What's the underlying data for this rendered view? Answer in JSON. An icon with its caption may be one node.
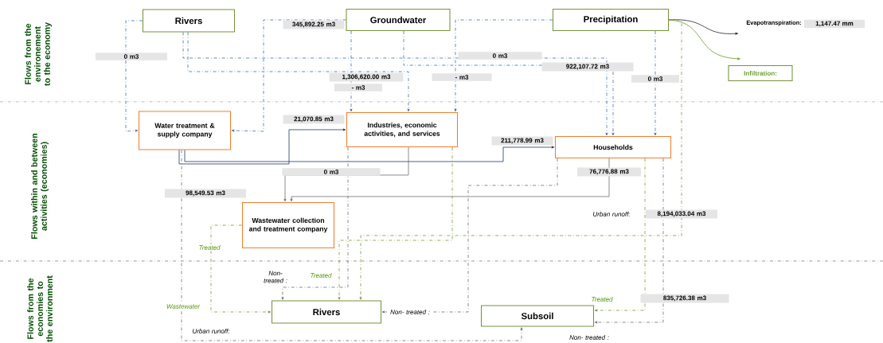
{
  "diagram": {
    "nodes": [
      {
        "text": [
          "Rivers"
        ]
      },
      {
        "text": [
          "Groundwater"
        ]
      },
      {
        "text": [
          "Precipitation"
        ]
      },
      {
        "text": [
          "Water treatment & supply company"
        ]
      },
      {
        "text": [
          "Industries, economic activities, and services"
        ]
      },
      {
        "text": [
          "Households"
        ]
      },
      {
        "text": [
          "Wastewater collection and treatment company"
        ]
      },
      {
        "text": [
          "Rivers"
        ]
      },
      {
        "text": [
          "Subsoil"
        ]
      },
      {
        "text": [
          "Infiltration:"
        ]
      },
      {
        "text": [
          "Evapotranspiration:"
        ],
        "beside": [
          "1,147.47 mm"
        ]
      }
    ],
    "edges": [
      {
        "from": 0,
        "to": 3,
        "arrow": "to",
        "label": "0 m3",
        "style": "dashed",
        "color": "#3f6fb5"
      },
      {
        "from": 1,
        "to": 3,
        "arrow": "to",
        "label": "345,892.25 m3",
        "style": "dashed",
        "color": "#3f6fb5"
      },
      {
        "from": 0,
        "to": 4,
        "arrow": "to",
        "label": "1,306,620.00 m3",
        "style": "dashed",
        "color": "#3f6fb5"
      },
      {
        "from": 0,
        "to": 5,
        "arrow": "to",
        "label": "0 m3",
        "style": "dashed",
        "color": "#3f6fb5"
      },
      {
        "from": 1,
        "to": 4,
        "arrow": "to",
        "label": "- m3",
        "style": "dashed",
        "color": "#3f6fb5"
      },
      {
        "from": 1,
        "to": 5,
        "arrow": "to",
        "label": "922,107.72 m3",
        "style": "dashed",
        "color": "#3f6fb5"
      },
      {
        "from": 2,
        "to": 4,
        "arrow": "to",
        "label": "- m3",
        "style": "dashed",
        "color": "#3f6fb5"
      },
      {
        "from": 2,
        "to": 5,
        "arrow": "to",
        "label": "0 m3",
        "style": "dashed",
        "color": "#3f6fb5"
      },
      {
        "from": 2,
        "to": 10,
        "arrow": "to",
        "color": "#262626"
      },
      {
        "from": 2,
        "to": 9,
        "arrow": "to",
        "color": "#6a9a2a"
      },
      {
        "from": 3,
        "to": 4,
        "arrow": "to",
        "label": "21,070.85 m3",
        "color": "#1f3864"
      },
      {
        "from": 3,
        "to": 5,
        "arrow": "to",
        "label": "211,778.99 m3",
        "color": "#1f3864"
      },
      {
        "from": 4,
        "to": 6,
        "arrow": "to",
        "label": "0 m3",
        "color": "#707070"
      },
      {
        "from": 5,
        "to": 6,
        "arrow": "to",
        "label": "76,776.88 m3",
        "color": "#707070"
      },
      {
        "from": 3,
        "to": 8,
        "arrow": "to",
        "label": "98,549.53 m3",
        "style": "dashed",
        "color": "#707070"
      },
      {
        "from": 6,
        "to": 7,
        "arrow": "to",
        "label": "Treated",
        "style": "dashed",
        "color": "#7a9a3a"
      },
      {
        "from": 4,
        "to": 7,
        "arrow": "to",
        "label": "Non- treated :",
        "style": "dashed",
        "color": "#707070"
      },
      {
        "from": 4,
        "to": 7,
        "arrow": "to",
        "label": "Treated",
        "style": "dashed",
        "color": "#7a9a3a"
      },
      {
        "from": 2,
        "to": 7,
        "arrow": "to",
        "label": "8,194,033.04 m3",
        "style": "dashed",
        "color": "#7a9a3a"
      },
      {
        "from": 5,
        "to": 7,
        "arrow": "to",
        "label": "Non- treated :",
        "style": "dashed",
        "color": "#707070"
      },
      {
        "from": 5,
        "to": 8,
        "arrow": "to",
        "label": "Treated",
        "style": "dashed",
        "color": "#7a9a3a"
      },
      {
        "from": 5,
        "to": 8,
        "arrow": "to",
        "label": "Non- treated :",
        "style": "dashed",
        "color": "#707070"
      }
    ],
    "labels": [
      "Flows from the environement to the economy",
      "Flows within and between activities (economies)",
      "Flows from the economies to the environment",
      "Urban runoff:",
      "Wastewater",
      "Urban runoff:",
      "835,726.38 m3"
    ]
  }
}
